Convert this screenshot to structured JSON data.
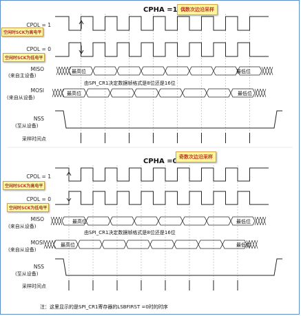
{
  "top": {
    "title": "CPHA =1",
    "callout": "偶数次边沿采样",
    "cpol1_label": "CPOL = 1",
    "cpol0_label": "CPOL = 0",
    "callout_cpol1": "空闲时SCK为高电平",
    "callout_cpol0": "空闲时SCK为低电平",
    "miso_label": "MISO",
    "miso_sub": "(来自主设备)",
    "mosi_label": "MOSI",
    "mosi_sub": "(来自从设备)",
    "nss_label": "NSS",
    "nss_sub": "(至从设备)",
    "sample_label": "采样时间点",
    "msb": "最高位",
    "lsb": "最低位",
    "mid_text": "由SPI_CR1决定数据帧格式是8位还是16位"
  },
  "bottom": {
    "title": "CPHA =0",
    "callout": "奇数次边沿采样",
    "cpol1_label": "CPOL = 1",
    "cpol0_label": "CPOL = 0",
    "callout_cpol1": "空闲时SCK为高电平",
    "callout_cpol0": "空闲时SCK为低电平",
    "miso_label": "MISO",
    "miso_sub": "(来自从设备)",
    "mosi_label": "MOSI",
    "mosi_sub": "(来自从设备)",
    "nss_label": "NSS",
    "nss_sub": "(至从设备)",
    "sample_label": "采样时间点",
    "msb": "最高位",
    "lsb": "最低位",
    "mid_text": "由SPI_CR1决定数据帧格式是8位还是16位"
  },
  "footnote": "注：这里显示的是SPI_CR1寄存器的LSBFIRST =0时的时序",
  "colors": {
    "signal": "#222222",
    "callout_bg": "#fff59a",
    "callout_text": "#c0392b",
    "frame": "#5b8bc9"
  }
}
